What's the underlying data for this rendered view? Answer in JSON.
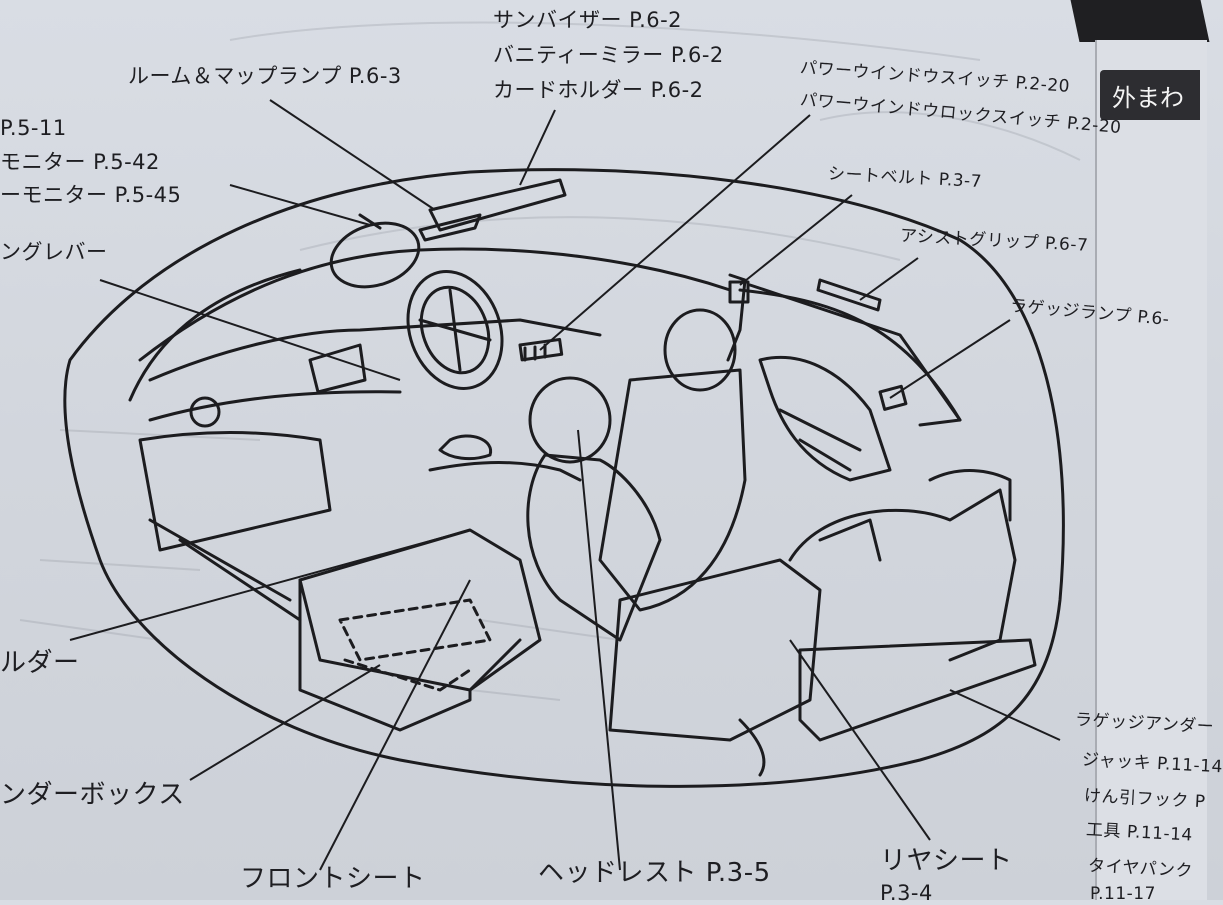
{
  "page": {
    "tab_label": "外まわ"
  },
  "labels": {
    "sun_visor": "サンバイザー P.6-2",
    "vanity_mirror": "バニティーミラー P.6-2",
    "card_holder": "カードホルダー P.6-2",
    "room_map_lamp": "ルーム＆マップランプ P.6-3",
    "left_p511": "P.5-11",
    "monitor_542": "モニター P.5-42",
    "monitor_545": "ーモニター P.5-45",
    "lever": "ングレバー",
    "power_window_switch": "パワーウインドウスイッチ P.2-20",
    "power_window_lock": "パワーウインドウロックスイッチ P.2-20",
    "seat_belt": "シートベルト P.3-7",
    "assist_grip": "アシストグリップ P.6-7",
    "luggage_lamp": "ラゲッジランプ P.6-",
    "holder": "ルダー",
    "under_box": "ンダーボックス",
    "front_seat": "フロントシート",
    "headrest": "ヘッドレスト P.3-5",
    "rear_seat": "リヤシート",
    "rear_seat_page": "P.3-4",
    "luggage_under": "ラゲッジアンダー",
    "jack": "ジャッキ P.11-14",
    "tow_hook": "けん引フック P",
    "tools": "工具 P.11-14",
    "tire_puncture": "タイヤパンク",
    "p1117": "P.11-17"
  }
}
